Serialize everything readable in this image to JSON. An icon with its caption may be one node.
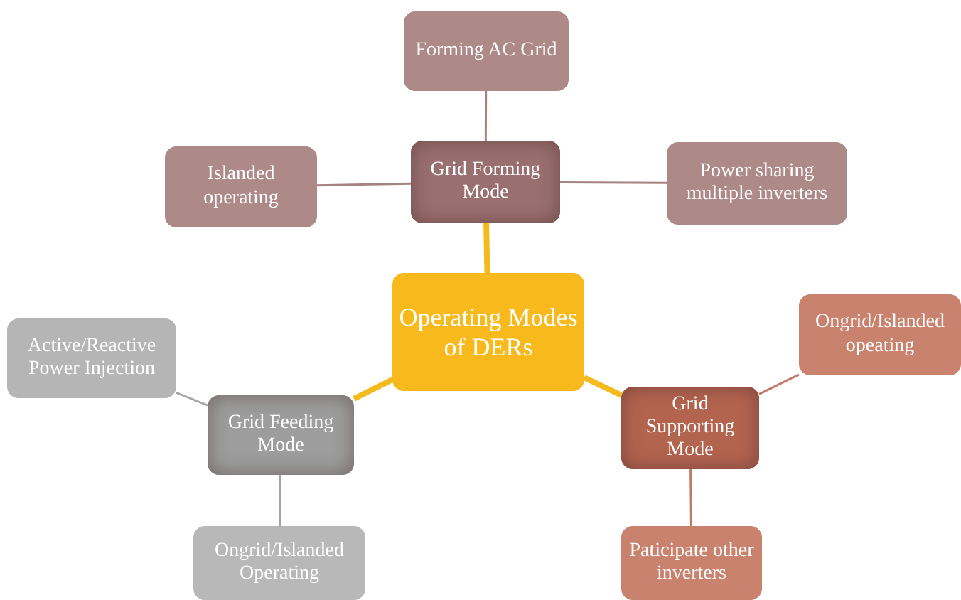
{
  "diagram": {
    "nodes": [
      {
        "text": [
          "Operating Modes of DERs"
        ]
      },
      {
        "text": [
          "Grid Forming Mode"
        ]
      },
      {
        "text": [
          "Forming AC Grid"
        ]
      },
      {
        "text": [
          "Islanded operating"
        ]
      },
      {
        "text": [
          "Power sharing multiple inverters"
        ]
      },
      {
        "text": [
          "Grid Feeding Mode"
        ]
      },
      {
        "text": [
          "Active/Reactive Power Injection"
        ]
      },
      {
        "text": [
          "Ongrid/Islanded Operating"
        ]
      },
      {
        "text": [
          "Grid Supporting Mode"
        ]
      },
      {
        "text": [
          "Ongrid/Islanded opeating"
        ]
      },
      {
        "text": [
          "Paticipate other inverters"
        ]
      }
    ],
    "edges": [
      {
        "from": 0,
        "to": 1,
        "arrow": "none",
        "style": "thick",
        "color": "#f5bb1e"
      },
      {
        "from": 1,
        "to": 2,
        "arrow": "none",
        "color": "#a58382"
      },
      {
        "from": 1,
        "to": 3,
        "arrow": "none",
        "color": "#a58382"
      },
      {
        "from": 1,
        "to": 4,
        "arrow": "none",
        "color": "#a58382"
      },
      {
        "from": 0,
        "to": 5,
        "arrow": "none",
        "style": "thick",
        "color": "#f5bb1e"
      },
      {
        "from": 5,
        "to": 6,
        "arrow": "none",
        "color": "#a6a6a6"
      },
      {
        "from": 5,
        "to": 7,
        "arrow": "none",
        "color": "#a6a6a6"
      },
      {
        "from": 0,
        "to": 8,
        "arrow": "none",
        "style": "thick",
        "color": "#f5bb1e"
      },
      {
        "from": 8,
        "to": 9,
        "arrow": "none",
        "color": "#c07a66"
      },
      {
        "from": 8,
        "to": 10,
        "arrow": "none",
        "color": "#c07a66"
      }
    ]
  }
}
